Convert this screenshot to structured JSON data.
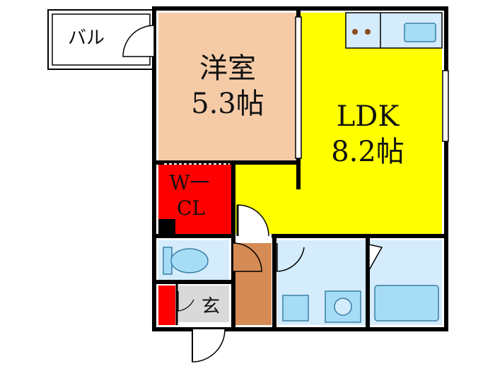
{
  "rooms": {
    "balcony": {
      "label": "バル"
    },
    "western_room": {
      "label_line1": "洋室",
      "label_line2": "5.3帖"
    },
    "ldk": {
      "label_line1": "LDK",
      "label_line2": "8.2帖"
    },
    "walk_in_closet": {
      "label_line1": "W一",
      "label_line2": "CL"
    },
    "entrance": {
      "label": "玄"
    }
  },
  "colors": {
    "western_room": "#f5cba7",
    "ldk": "#ffff00",
    "closet": "#ff0000",
    "wet_area": "#d4ecfb",
    "hallway": "#d68b55",
    "entrance": "#d9d9d9",
    "balcony": "#ffffff",
    "walls": "#000000",
    "fixture_fill": "#a6dcf5",
    "fixture_stroke": "#3a7fa8"
  }
}
